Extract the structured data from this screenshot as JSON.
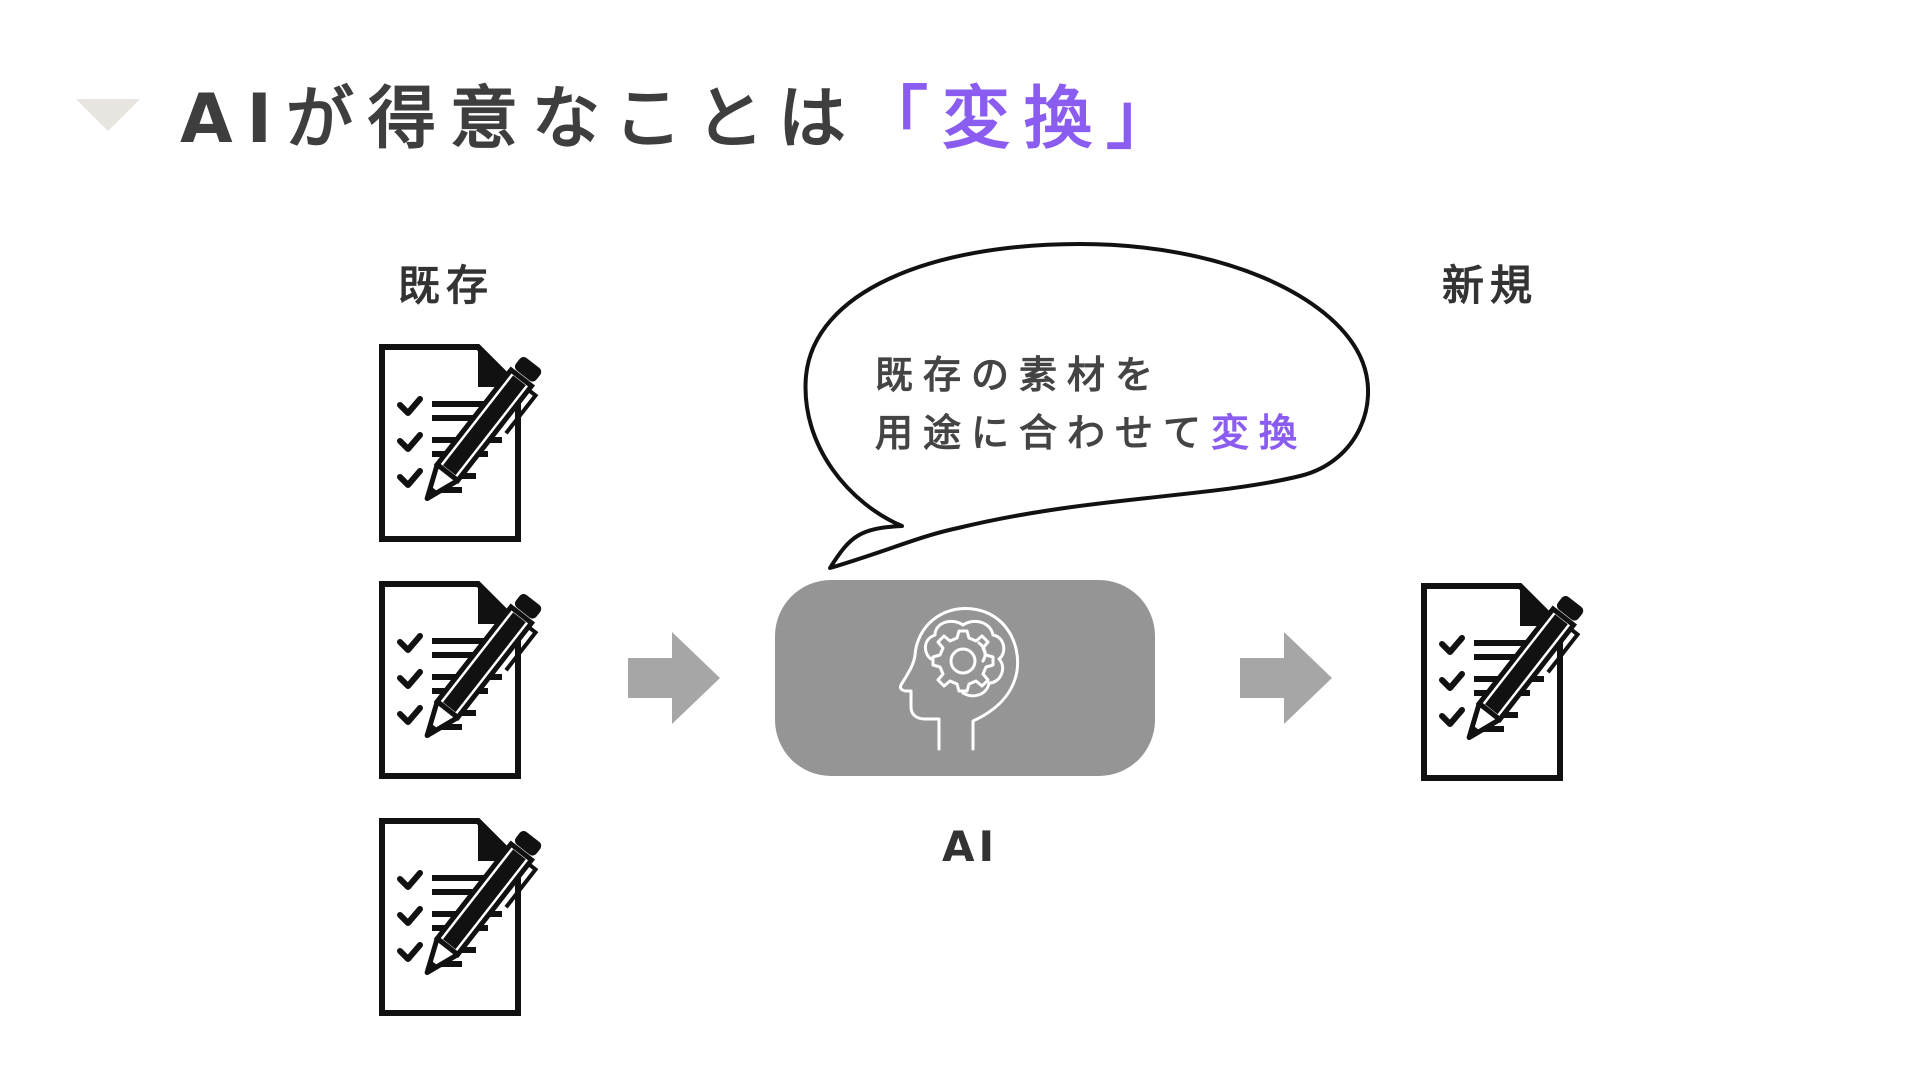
{
  "slide": {
    "title_main": "AIが得意なことは",
    "title_accent": "「変換」"
  },
  "diagram": {
    "label_existing": "既存",
    "label_new": "新規",
    "label_ai": "AI",
    "bubble_line1": "既存の素材を",
    "bubble_line2_main": "用途に合わせて",
    "bubble_line2_accent": "変換"
  },
  "colors": {
    "accent": "#8a5cf0",
    "ai_box": "#959595",
    "arrow": "#a6a6a6",
    "title_text": "#3e3e3e",
    "marker": "#e8e4df"
  },
  "icons": {
    "document": "document-checklist-pen-icon",
    "ai": "brain-gear-head-icon",
    "arrow": "right-arrow-icon"
  }
}
